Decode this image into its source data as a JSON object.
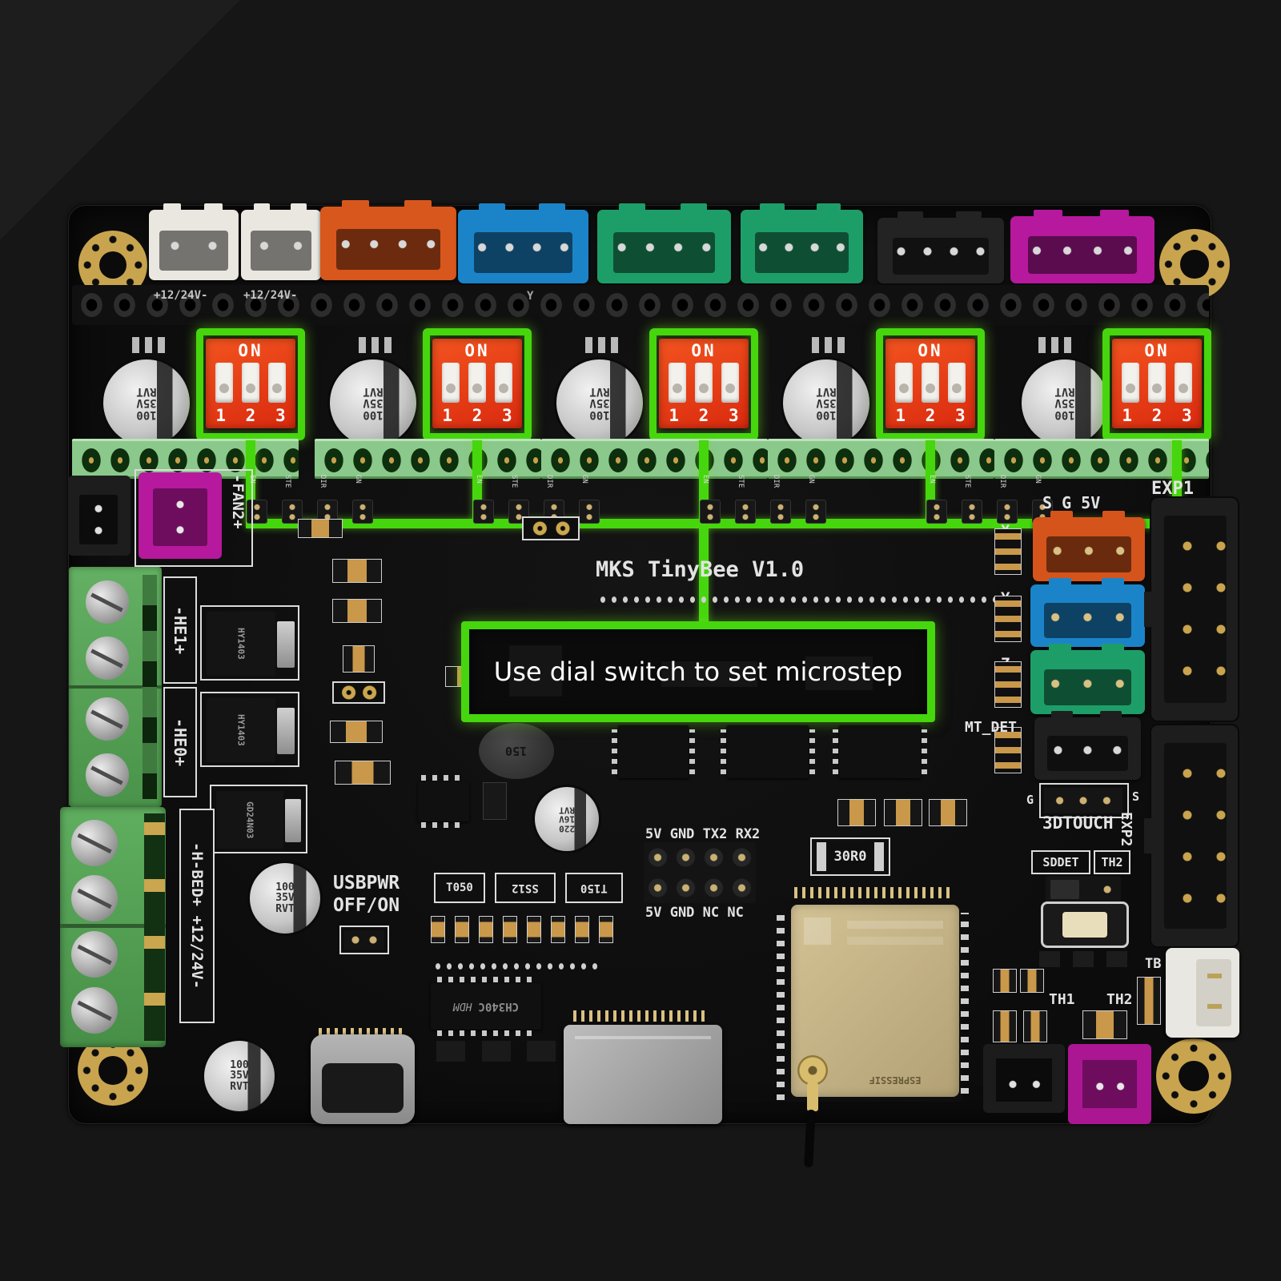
{
  "overlay": {
    "note": "Use dial switch to set microstep"
  },
  "silk": {
    "title": "MKS TinyBee V1.0",
    "power_in": "+12/24V-",
    "axis_marker": "Y",
    "fan2": "-FAN2+",
    "he1": "-HE1+",
    "he0": "-HE0+",
    "hbed": "-H-BED+ +12/24V-",
    "usbpwr1": "USBPWR",
    "usbpwr2": "OFF/ON",
    "uart_top": "5V GND TX2 RX2",
    "uart_bottom": "5V GND NC NC",
    "sg5v": "S G 5V",
    "exp1": "EXP1",
    "exp2": "EXP2",
    "endstop_x": "X",
    "endstop_y": "Y",
    "endstop_z": "Z",
    "mt_det": "MT_DET",
    "touch": "3DTOUCH",
    "touch_g": "G",
    "touch_s": "S",
    "sddet": "SDDET",
    "th2": "TH2",
    "th1": "TH1",
    "tb": "TB"
  },
  "dip": {
    "on": "ON",
    "p1": "1",
    "p2": "2",
    "p3": "3"
  },
  "pins": {
    "en": "EN",
    "step": "STE",
    "dir": "DIR",
    "gnd": "GN"
  },
  "markings": {
    "cap": "100 35V RVT",
    "cap_small": "220 16V RVT",
    "inductor": "150",
    "resistor": "30R0",
    "usb_chip": "CH340C",
    "usb_chip_logo": "HDM",
    "mosfet": "HY1403",
    "mosfet2": "GD24N03",
    "esp": "ESPRESSIF",
    "diode1": "T050",
    "diode2": "SS12",
    "diode3": "T150"
  },
  "colors": {
    "highlight_green": "#46d60d",
    "dip_red": "#e63a1a",
    "connector_orange": "#d8571c",
    "connector_blue": "#1b84c8",
    "connector_green": "#1d9e68",
    "connector_magenta": "#b6189e",
    "connector_white": "#eae7e0",
    "brass": "#c9a44f",
    "pcb_black": "#0d0d0d",
    "esp_shield": "#cdbb90"
  }
}
